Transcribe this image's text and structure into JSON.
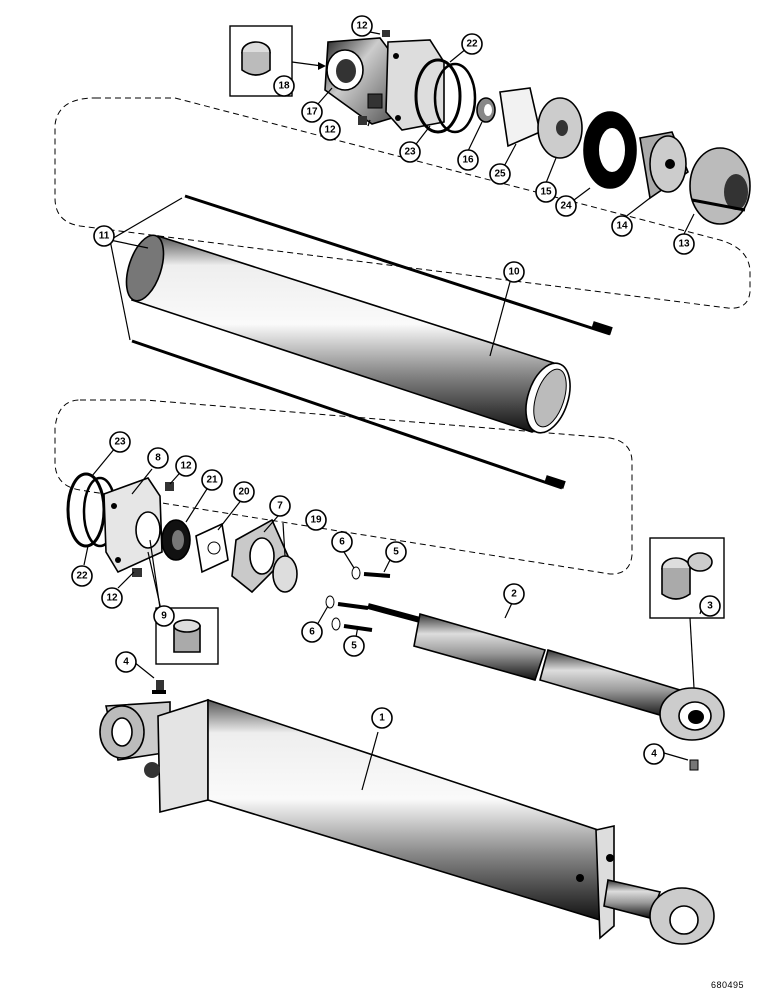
{
  "diagram": {
    "reference_number": "680495",
    "callouts": [
      {
        "id": "c1",
        "label": "1"
      },
      {
        "id": "c2",
        "label": "2"
      },
      {
        "id": "c3",
        "label": "3"
      },
      {
        "id": "c4a",
        "label": "4"
      },
      {
        "id": "c4b",
        "label": "4"
      },
      {
        "id": "c5a",
        "label": "5"
      },
      {
        "id": "c5b",
        "label": "5"
      },
      {
        "id": "c6a",
        "label": "6"
      },
      {
        "id": "c6b",
        "label": "6"
      },
      {
        "id": "c7",
        "label": "7"
      },
      {
        "id": "c8",
        "label": "8"
      },
      {
        "id": "c9",
        "label": "9"
      },
      {
        "id": "c10",
        "label": "10"
      },
      {
        "id": "c11",
        "label": "11"
      },
      {
        "id": "c12a",
        "label": "12"
      },
      {
        "id": "c12b",
        "label": "12"
      },
      {
        "id": "c12c",
        "label": "12"
      },
      {
        "id": "c12d",
        "label": "12"
      },
      {
        "id": "c13",
        "label": "13"
      },
      {
        "id": "c14",
        "label": "14"
      },
      {
        "id": "c15",
        "label": "15"
      },
      {
        "id": "c16",
        "label": "16"
      },
      {
        "id": "c17",
        "label": "17"
      },
      {
        "id": "c18",
        "label": "18"
      },
      {
        "id": "c19",
        "label": "19"
      },
      {
        "id": "c20",
        "label": "20"
      },
      {
        "id": "c21",
        "label": "21"
      },
      {
        "id": "c22a",
        "label": "22"
      },
      {
        "id": "c22b",
        "label": "22"
      },
      {
        "id": "c23a",
        "label": "23"
      },
      {
        "id": "c23b",
        "label": "23"
      },
      {
        "id": "c24",
        "label": "24"
      },
      {
        "id": "c25",
        "label": "25"
      }
    ]
  }
}
